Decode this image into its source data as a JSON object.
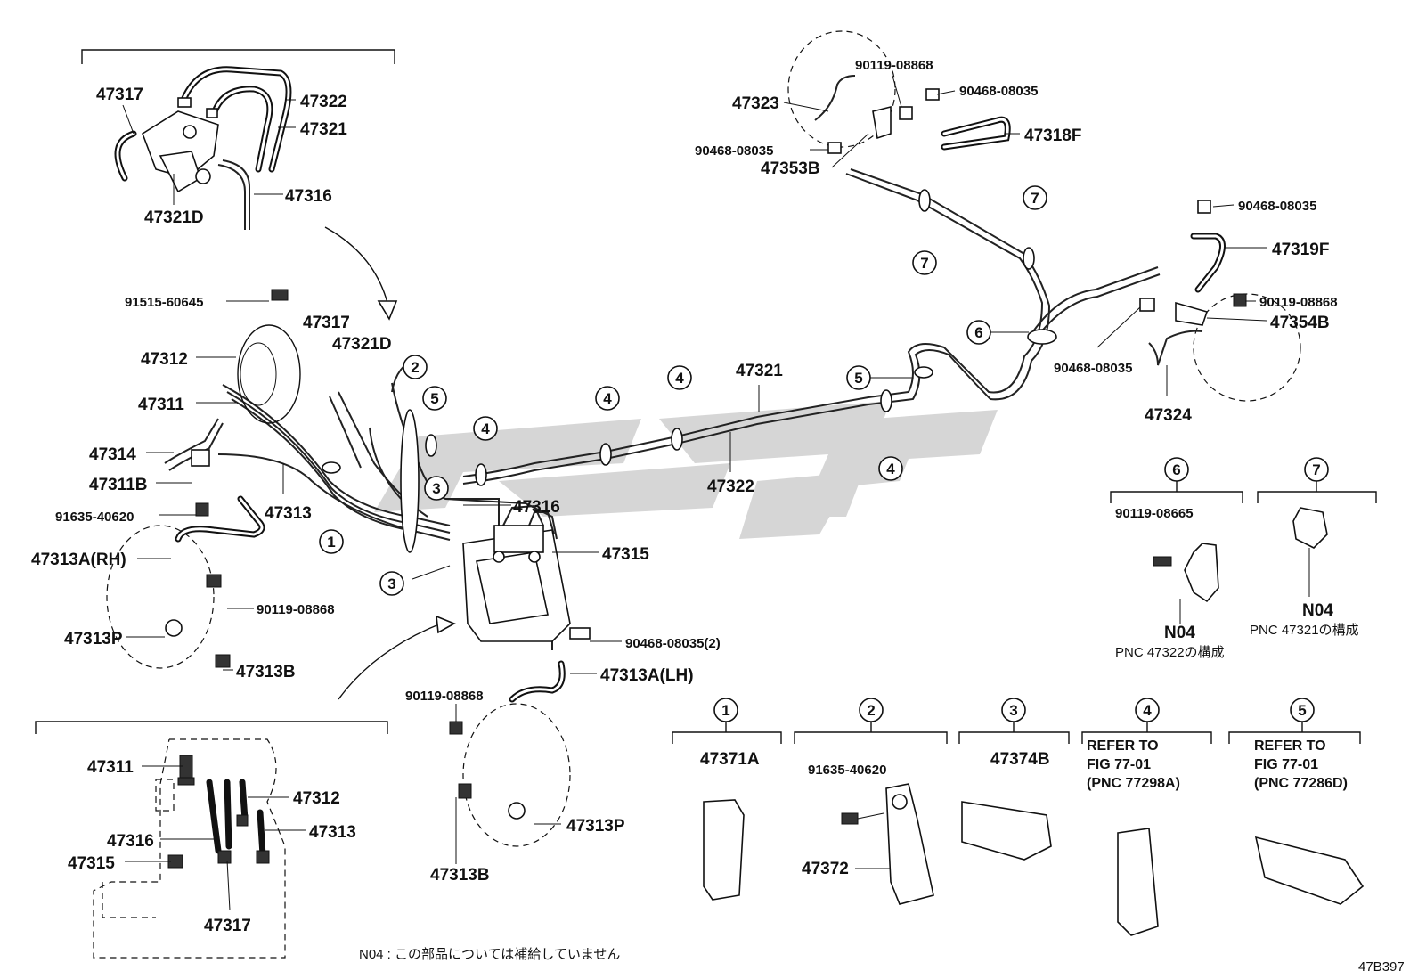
{
  "callouts": {
    "inset_top": [
      "47317",
      "47322",
      "47321",
      "47321D",
      "47316"
    ],
    "left": [
      "91515-60645",
      "47317",
      "47321D",
      "47312",
      "47311",
      "47314",
      "47311B",
      "91635-40620",
      "47313A(RH)",
      "47313",
      "90119-08868",
      "47313P",
      "47313B"
    ],
    "center": [
      "47316",
      "47315",
      "90468-08035(2)",
      "47313A(LH)",
      "90119-08868",
      "47313P",
      "47313B",
      "47321",
      "47322"
    ],
    "upper_right": [
      "90119-08868",
      "90468-08035",
      "47323",
      "47318F",
      "90468-08035",
      "47353B"
    ],
    "right": [
      "90468-08035",
      "47319F",
      "90119-08868",
      "47354B",
      "90468-08035",
      "47324"
    ],
    "inset_bottom": [
      "47311",
      "47312",
      "47316",
      "47313",
      "47315",
      "47317"
    ]
  },
  "circle_markers": [
    "1",
    "2",
    "3",
    "4",
    "5",
    "6",
    "7"
  ],
  "detail_groups": [
    {
      "marker": "6",
      "parts": [
        "90119-08665"
      ],
      "note_code": "N04",
      "note": "PNC 47322の構成"
    },
    {
      "marker": "7",
      "parts": [],
      "note_code": "N04",
      "note": "PNC 47321の構成"
    },
    {
      "marker": "1",
      "parts": [
        "47371A"
      ]
    },
    {
      "marker": "2",
      "parts": [
        "91635-40620",
        "47372"
      ]
    },
    {
      "marker": "3",
      "parts": [
        "47374B"
      ]
    },
    {
      "marker": "4",
      "refer": [
        "REFER TO",
        "FIG 77-01",
        "(PNC 77298A)"
      ]
    },
    {
      "marker": "5",
      "refer": [
        "REFER TO",
        "FIG 77-01",
        "(PNC 77286D)"
      ]
    }
  ],
  "footnote": "N04 : この部品については補給していません",
  "figure_code": "47B397",
  "colors": {
    "ink": "#111111",
    "watermark": "#c8c8c8"
  }
}
